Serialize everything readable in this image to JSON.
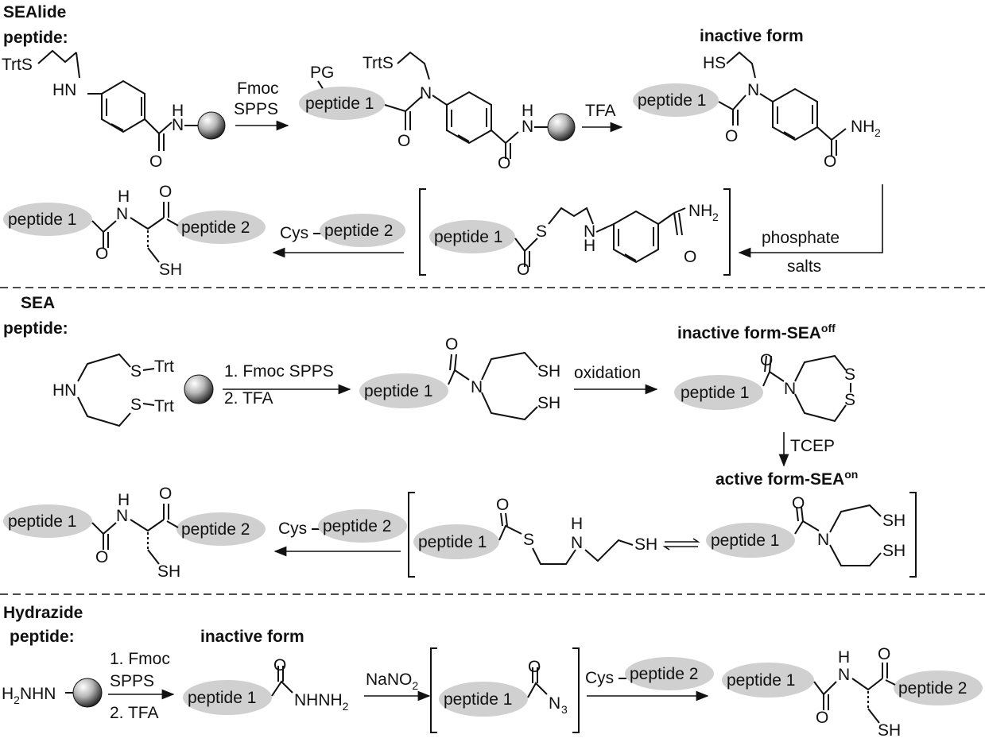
{
  "sections": {
    "sealide_title_1": "SEAlide",
    "sealide_title_2": "peptide:",
    "sea_title_1": "SEA",
    "sea_title_2": "peptide:",
    "hydrazide_title_1": "Hydrazide",
    "hydrazide_title_2": "peptide:"
  },
  "headings": {
    "inactive_form": "inactive form",
    "inactive_form_sea": "inactive form-SEA",
    "sup_off": "off",
    "active_form_sea": "active form-SEA",
    "sup_on": "on",
    "inactive_form_hydrazide": "inactive form"
  },
  "reagents": {
    "fmoc": "Fmoc",
    "spps": "SPPS",
    "tfa": "TFA",
    "phosphate": "phosphate",
    "salts": "salts",
    "step1_fmoc_spps": "1. Fmoc SPPS",
    "step2_tfa": "2. TFA",
    "oxidation": "oxidation",
    "tcep": "TCEP",
    "step1_fmoc": "1. Fmoc",
    "nano2": "NaNO",
    "nano2_sub": "2"
  },
  "peptides": {
    "p1": "peptide 1",
    "p2": "peptide 2",
    "cys": "Cys"
  },
  "atoms": {
    "trts": "TrtS",
    "hn": "HN",
    "h": "H",
    "n": "N",
    "o": "O",
    "pg": "PG",
    "hs": "HS",
    "nh": "NH",
    "nh2_sub": "2",
    "s": "S",
    "sh": "SH",
    "trt": "Trt",
    "h2nhn": "H",
    "h2nhn_rest": "NHN",
    "h2nhn_sub": "2",
    "nhnh": "NHNH",
    "n3_sub": "3"
  }
}
